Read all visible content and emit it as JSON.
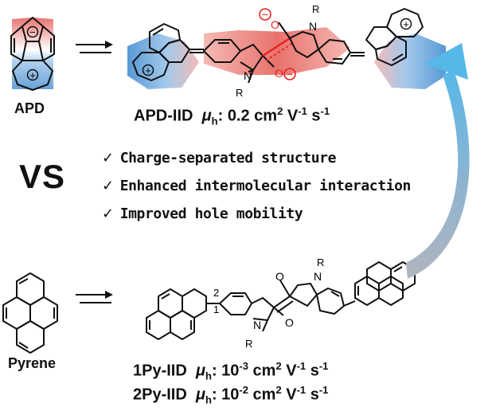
{
  "labels": {
    "apd": "APD",
    "pyrene": "Pyrene",
    "vs": "VS"
  },
  "mobility": [
    {
      "name": "APD-IID",
      "mu": "μ",
      "sub": "h",
      "prefix": ": ",
      "base": "0.2",
      "exp": "",
      "unit1": " cm",
      "sup1": "2",
      "unit2": " V",
      "sup2": "-1",
      "unit3": " s",
      "sup3": "-1"
    },
    {
      "name": "1Py-IID",
      "mu": "μ",
      "sub": "h",
      "prefix": ": ",
      "base": "10",
      "exp": "-3",
      "unit1": " cm",
      "sup1": "2",
      "unit2": " V",
      "sup2": "-1",
      "unit3": " s",
      "sup3": "-1"
    },
    {
      "name": "2Py-IID",
      "mu": "μ",
      "sub": "h",
      "prefix": ": ",
      "base": "10",
      "exp": "-2",
      "unit1": " cm",
      "sup1": "2",
      "unit2": " V",
      "sup2": "-1",
      "unit3": " s",
      "sup3": "-1"
    }
  ],
  "bullets": {
    "check": "✓",
    "items": [
      "Charge-separated structure",
      "Enhanced intermolecular interaction",
      "Improved hole mobility"
    ]
  },
  "atoms": {
    "n": "N",
    "o": "O",
    "r": "R",
    "plus": "+",
    "minus": "−",
    "pos1": "1",
    "pos2": "2"
  },
  "colors": {
    "blue": "#5fa0d8",
    "red": "#e35b55",
    "red_text": "#e8231c",
    "arrow_blue": "#56b8e8",
    "arrow_gray": "#b0b5bd"
  }
}
